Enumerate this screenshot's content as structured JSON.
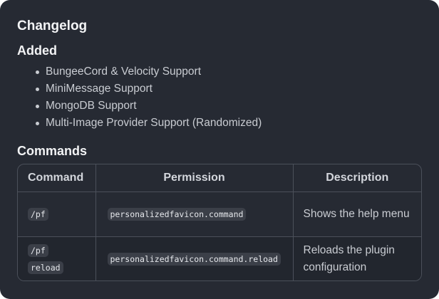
{
  "changelog": {
    "title": "Changelog",
    "added_heading": "Added",
    "added_items": [
      "BungeeCord & Velocity Support",
      "MiniMessage Support",
      "MongoDB Support",
      "Multi-Image Provider Support (Randomized)"
    ],
    "commands_heading": "Commands"
  },
  "table": {
    "headers": [
      "Command",
      "Permission",
      "Description"
    ],
    "rows": [
      {
        "command": "/pf",
        "permission": "personalizedfavicon.command",
        "description": "Shows the help menu"
      },
      {
        "command_line1": "/pf",
        "command_line2": "reload",
        "permission": "personalizedfavicon.command.reload",
        "description": "Reloads the plugin configuration"
      }
    ]
  },
  "colors": {
    "background": "#262a33",
    "border": "#4b505a",
    "code_bg": "#3b3f48",
    "heading_text": "#f2f3f5",
    "body_text": "#c9ccd2"
  }
}
